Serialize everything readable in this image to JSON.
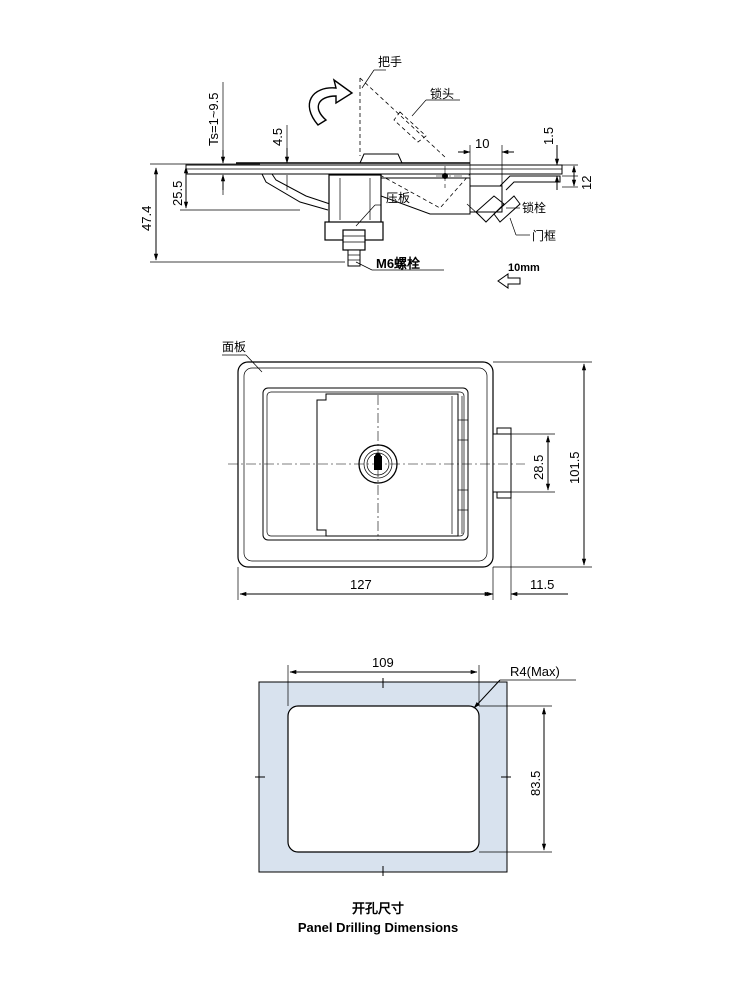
{
  "side_view": {
    "labels": {
      "handle": "把手",
      "lock_head": "锁头",
      "pressure_plate": "压板",
      "bolt": "锁栓",
      "door_frame": "门框",
      "screw": "M6螺栓",
      "travel": "10mm"
    },
    "dims": {
      "ts": "Ts=1~9.5",
      "d4_5": "4.5",
      "d10": "10",
      "d1_5": "1.5",
      "d12": "12",
      "d25_5": "25.5",
      "d47_4": "47.4"
    }
  },
  "front_view": {
    "labels": {
      "panel": "面板"
    },
    "dims": {
      "width": "127",
      "height": "101.5",
      "offset": "11.5",
      "bolt_height": "28.5"
    }
  },
  "cutout_view": {
    "dims": {
      "width": "109",
      "height": "83.5",
      "radius": "R4(Max)"
    },
    "caption_cn": "开孔尺寸",
    "caption_en": "Panel Drilling Dimensions",
    "fill_color": "#d8e2ee"
  }
}
